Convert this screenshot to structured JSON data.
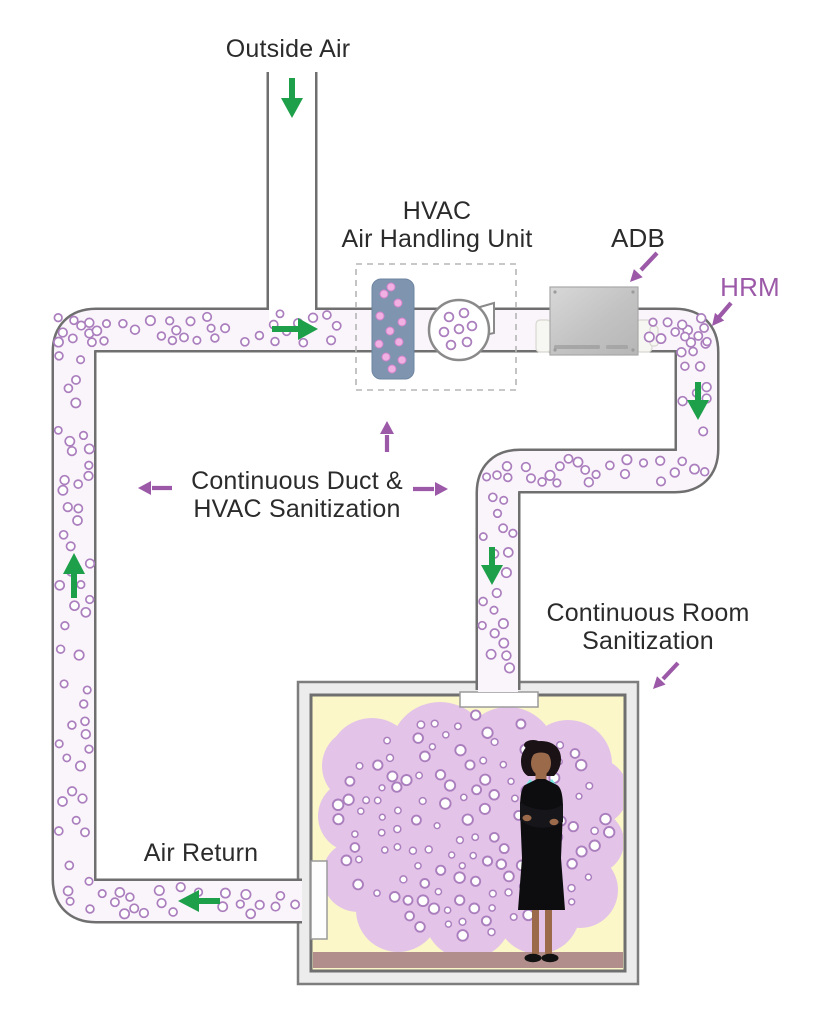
{
  "diagram": {
    "title_context": "HVAC continuous sanitization airflow diagram",
    "labels": {
      "outside_air": "Outside Air",
      "hvac_line1": "HVAC",
      "hvac_line2": "Air Handling Unit",
      "adb": "ADB",
      "hrm": "HRM",
      "duct_sanitization_line1": "Continuous Duct &",
      "duct_sanitization_line2": "HVAC Sanitization",
      "room_sanitization_line1": "Continuous Room",
      "room_sanitization_line2": "Sanitization",
      "air_return": "Air Return"
    },
    "colors": {
      "flow_arrow_green": "#1ea04b",
      "annotation_purple": "#9b59a8",
      "particle_ring_purple": "#ab7fbe",
      "duct_wall_gray": "#6f6f6f",
      "duct_fill": "#faf4fb",
      "filter_blue": "#7e94af",
      "filter_dot_pink": "#f0b0e2",
      "adb_device_gray": "#c6c6c6",
      "room_interior_yellow": "#fbf7c9",
      "mist_purple": "#e3c4e8",
      "floor_brown": "#b18e8c",
      "label_dark": "#2b2b2b"
    }
  }
}
